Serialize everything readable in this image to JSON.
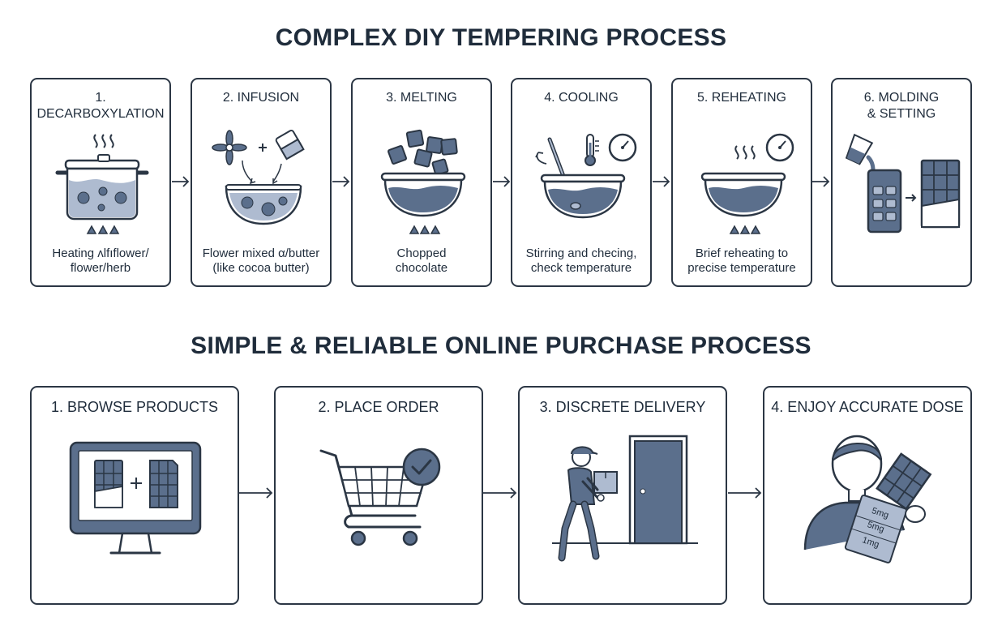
{
  "diy": {
    "title": "COMPLEX DIY TEMPERING PROCESS",
    "steps": [
      {
        "label": "1. DECARBOXYLATION",
        "caption": [
          "Heating ʌlfıflower/",
          "flower/herb"
        ]
      },
      {
        "label": "2. INFUSION",
        "caption": [
          "Flower mixed α/butter",
          "(like cocoa butter)"
        ]
      },
      {
        "label": "3. MELTING",
        "caption": [
          "Chopped",
          "chocolate"
        ]
      },
      {
        "label": "4. COOLING",
        "caption": [
          "Stirring and checing,",
          "check temperature"
        ]
      },
      {
        "label": "5. REHEATING",
        "caption": [
          "Brief reheating to",
          "precise temperature"
        ]
      },
      {
        "label": [
          "6. MOLDING",
          "& SETTING"
        ],
        "caption": []
      }
    ]
  },
  "online": {
    "title": "SIMPLE & RELIABLE ONLINE PURCHASE PROCESS",
    "steps": [
      {
        "label": "1. BROWSE PRODUCTS"
      },
      {
        "label": "2. PLACE ORDER"
      },
      {
        "label": "3. DISCRETE DELIVERY"
      },
      {
        "label": "4. ENJOY ACCURATE DOSE",
        "dose_labels": [
          "5mg",
          "5mg",
          "1mg"
        ]
      }
    ]
  },
  "colors": {
    "ink": "#2b3644",
    "fill": "#5b6f8c",
    "light": "#aebbd0"
  }
}
